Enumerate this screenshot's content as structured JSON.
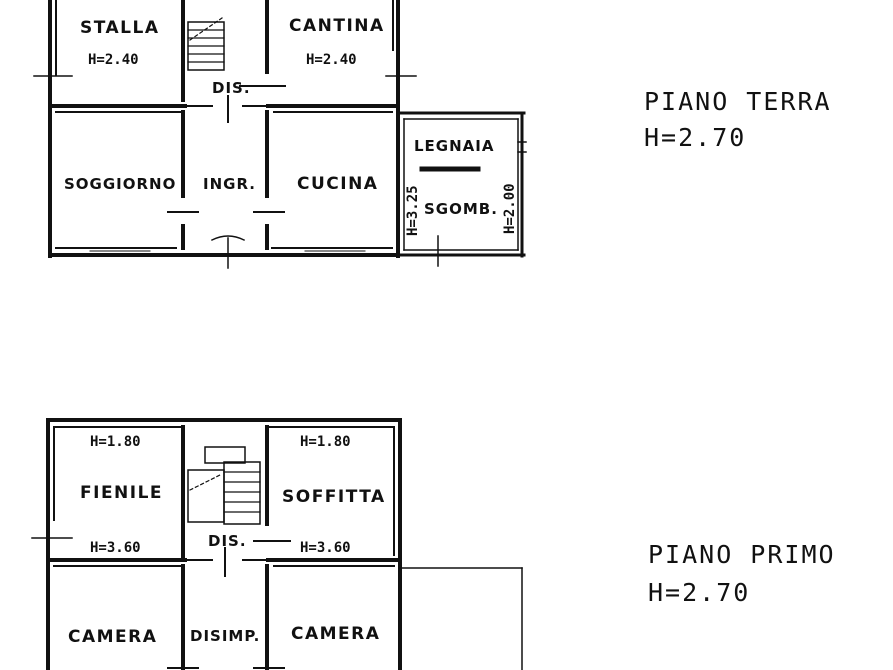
{
  "ground_floor": {
    "title": "PIANO TERRA",
    "height": "H=2.70",
    "rooms": {
      "stalla": "STALLA",
      "stalla_h": "H=2.40",
      "cantina": "CANTINA",
      "cantina_h": "H=2.40",
      "dis": "DIS.",
      "legnaia": "LEGNAIA",
      "soggiorno": "SOGGIORNO",
      "ingr": "INGR.",
      "cucina": "CUCINA",
      "sgomb": "SGOMB.",
      "sgomb_h_left": "H=3.25",
      "sgomb_h_right": "H=2.00"
    }
  },
  "first_floor": {
    "title": "PIANO PRIMO",
    "height": "H=2.70",
    "rooms": {
      "fienile_h_top": "H=1.80",
      "fienile": "FIENILE",
      "fienile_h_bottom": "H=3.60",
      "soffitta_h_top": "H=1.80",
      "soffitta": "SOFFITTA",
      "soffitta_h_bottom": "H=3.60",
      "dis": "DIS.",
      "camera_left": "CAMERA",
      "disimp": "DISIMP.",
      "camera_right": "CAMERA"
    }
  }
}
